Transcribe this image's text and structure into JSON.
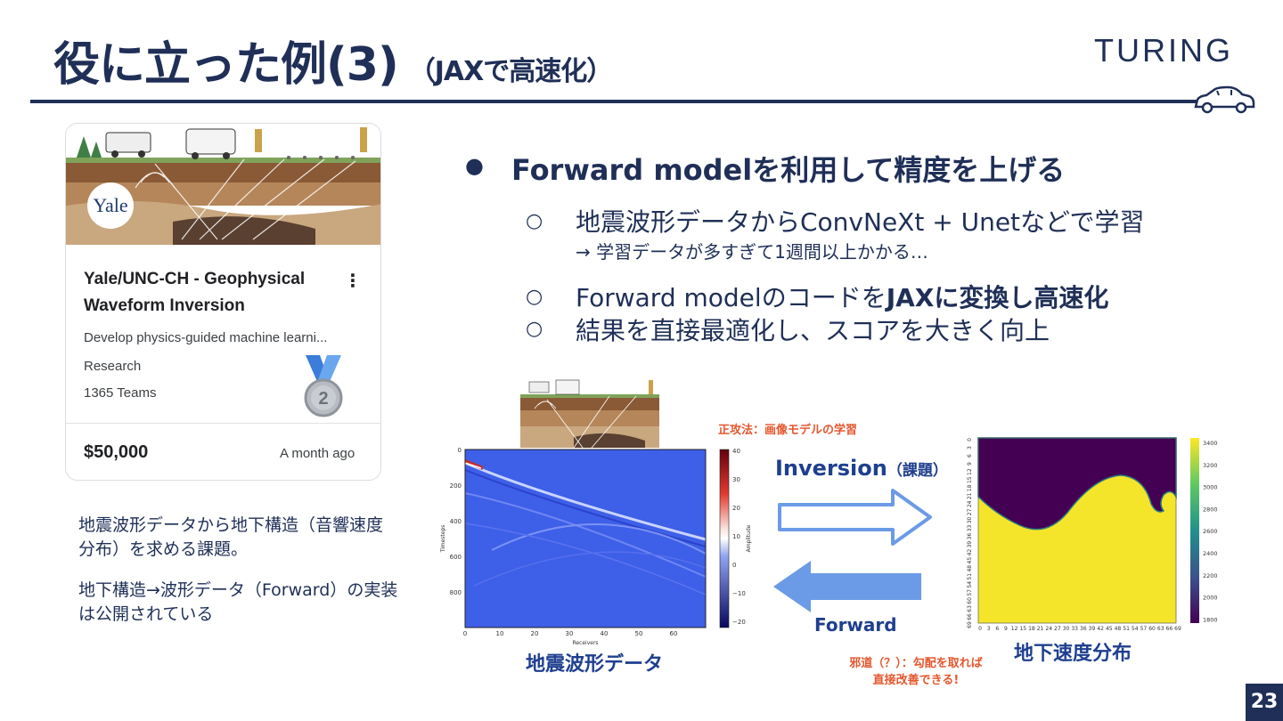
{
  "header": {
    "title": "役に立った例(3)",
    "title_sub": "（JAXで高速化）",
    "logo": "TURING",
    "page_number": "23"
  },
  "card": {
    "banner_logo": "Yale",
    "title": "Yale/UNC-CH - Geophysical Waveform Inversion",
    "more": "⋮",
    "description": "Develop physics-guided machine learni...",
    "category": "Research",
    "teams": "1365 Teams",
    "medal_rank": "2",
    "prize": "$50,000",
    "time": "A month ago"
  },
  "notes": {
    "note1": "地震波形データから地下構造（音響速度分布）を求める課題。",
    "note2": "地下構造→波形データ（Forward）の実装は公開されている"
  },
  "bullets": {
    "main": "Forward modelを利用して精度を上げる",
    "sub1": "地震波形データからConvNeXt + Unetなどで学習",
    "sub1_note": "→ 学習データが多すぎて1週間以上かかる…",
    "sub2_prefix": "Forward modelのコードを",
    "sub2_bold": "JAXに変換し高速化",
    "sub3": "結果を直接最適化し、スコアを大きく向上"
  },
  "diagram": {
    "orthodox": "正攻法：画像モデルの学習",
    "inversion": "Inversion",
    "inversion_sub": "（課題）",
    "forward": "Forward",
    "shortcut_line1": "邪道（？）：勾配を取れば",
    "shortcut_line2": "直接改善できる!",
    "label_seismic": "地震波形データ",
    "label_velocity": "地下速度分布",
    "seismic_plot": {
      "ylabel": "Timesteps",
      "xlabel": "Receivers",
      "colorbar_label": "Amplitude",
      "y_ticks": [
        "0",
        "200",
        "400",
        "600",
        "800"
      ],
      "x_ticks": [
        "0",
        "10",
        "20",
        "30",
        "40",
        "50",
        "60"
      ],
      "colorbar_ticks": [
        "40",
        "30",
        "20",
        "10",
        "0",
        "−10",
        "−20"
      ]
    },
    "velocity_plot": {
      "x_ticks": [
        "0",
        "3",
        "6",
        "9",
        "12",
        "15",
        "18",
        "21",
        "24",
        "27",
        "30",
        "33",
        "36",
        "39",
        "42",
        "45",
        "48",
        "51",
        "54",
        "57",
        "60",
        "63",
        "66",
        "69"
      ],
      "y_ticks": [
        "0",
        "3",
        "6",
        "9",
        "12",
        "15",
        "18",
        "21",
        "24",
        "27",
        "30",
        "33",
        "36",
        "39",
        "42",
        "45",
        "48",
        "51",
        "54",
        "57",
        "60",
        "63",
        "66",
        "69"
      ],
      "colorbar_ticks": [
        "3400",
        "3200",
        "3000",
        "2800",
        "2600",
        "2400",
        "2200",
        "2000",
        "1800"
      ]
    }
  }
}
